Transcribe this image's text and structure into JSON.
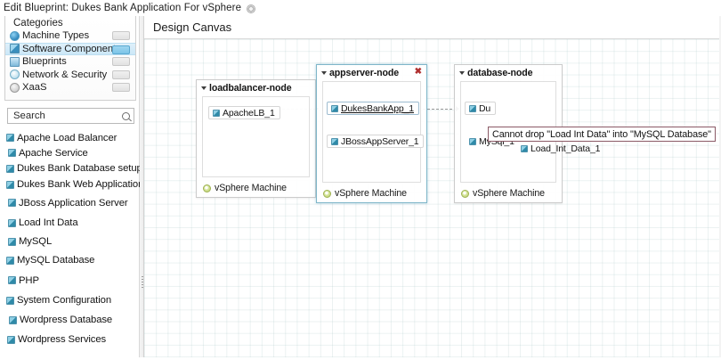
{
  "window": {
    "title": "Edit Blueprint: Dukes Bank Application For vSphere",
    "gear_icon": "gear-icon"
  },
  "sidebar": {
    "categories_title": "Categories",
    "categories": [
      {
        "label": "Machine Types",
        "icon": "globe-icon",
        "badge": "",
        "selected": false
      },
      {
        "label": "Software Components",
        "icon": "cube-icon",
        "badge": "",
        "selected": true
      },
      {
        "label": "Blueprints",
        "icon": "blueprint-icon",
        "badge": "",
        "selected": false
      },
      {
        "label": "Network & Security",
        "icon": "shield-icon",
        "badge": "",
        "selected": false
      },
      {
        "label": "XaaS",
        "icon": "magnifier-icon",
        "badge": "",
        "selected": false
      }
    ],
    "search": {
      "value": "Search",
      "placeholder": "Search",
      "icon": "search-icon"
    },
    "components": [
      {
        "label": "Apache Load Balancer",
        "icon": "component-icon"
      },
      {
        "label": "Apache Service",
        "icon": "component-icon"
      },
      {
        "label": "Dukes Bank Database setup",
        "icon": "component-icon"
      },
      {
        "label": "Dukes Bank Web Application",
        "icon": "component-icon"
      },
      {
        "label": "JBoss Application Server",
        "icon": "component-icon"
      },
      {
        "label": "Load Int Data",
        "icon": "component-icon"
      },
      {
        "label": "MySQL",
        "icon": "component-icon"
      },
      {
        "label": "MySQL Database",
        "icon": "component-icon"
      },
      {
        "label": "PHP",
        "icon": "component-icon"
      },
      {
        "label": "System Configuration",
        "icon": "component-icon"
      },
      {
        "label": "Wordpress Database",
        "icon": "component-icon"
      },
      {
        "label": "Wordpress Services",
        "icon": "component-icon"
      }
    ]
  },
  "canvas": {
    "header_title": "Design Canvas",
    "nodes": [
      {
        "id": "loadbalancer",
        "title": "loadbalancer-node",
        "machine_label": "vSphere Machine",
        "machine_icon": "vsphere-machine-icon",
        "selected": false,
        "closable": false,
        "components": [
          {
            "label": "ApacheLB_1",
            "icon": "component-icon",
            "style": "boxed"
          }
        ]
      },
      {
        "id": "appserver",
        "title": "appserver-node",
        "machine_label": "vSphere Machine",
        "machine_icon": "vsphere-machine-icon",
        "selected": true,
        "closable": true,
        "close_label": "✖",
        "components": [
          {
            "label": "DukesBankApp_1",
            "icon": "component-icon",
            "style": "active"
          },
          {
            "label": "JBossAppServer_1",
            "icon": "component-icon",
            "style": "boxed"
          }
        ]
      },
      {
        "id": "database",
        "title": "database-node",
        "machine_label": "vSphere Machine",
        "machine_icon": "vsphere-machine-icon",
        "selected": false,
        "closable": false,
        "components": [
          {
            "label": "Du",
            "icon": "component-icon",
            "style": "boxed"
          },
          {
            "label": "MySql_1",
            "icon": "component-icon",
            "style": "plain"
          },
          {
            "label": "Load_Int_Data_1",
            "icon": "component-icon",
            "style": "plain"
          }
        ]
      }
    ],
    "tooltip": {
      "text": "Cannot drop \"Load Int Data\" into \"MySQL Database\"",
      "border_color": "#8b5a66"
    }
  },
  "colors": {
    "selection_blue": "#cbe7f7",
    "node_select_border": "#7fb6c9",
    "close_red": "#b03030",
    "grid_line": "rgba(150,185,185,0.19)"
  }
}
